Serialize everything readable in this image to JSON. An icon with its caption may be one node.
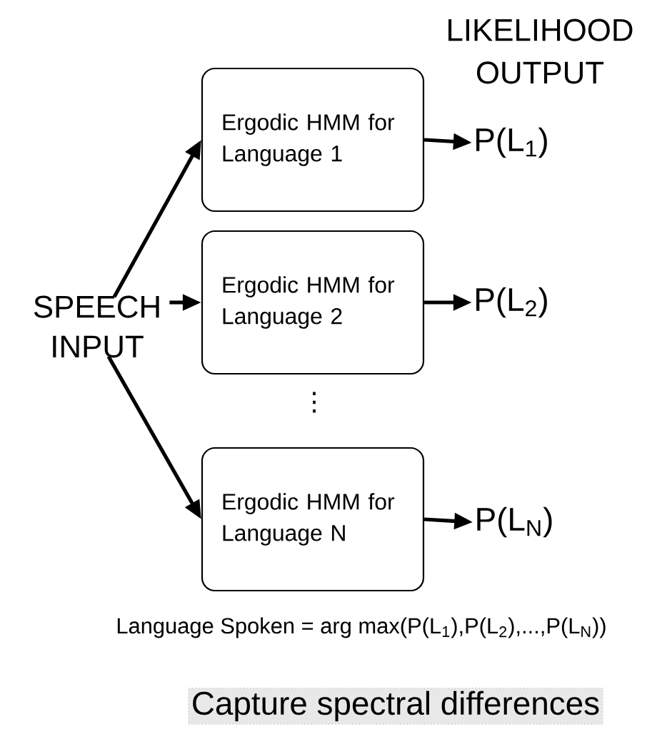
{
  "diagram": {
    "nodes": [
      {
        "text": [
          "SPEECH INPUT"
        ]
      },
      {
        "text": [
          "Ergodic HMM for Language 1"
        ]
      },
      {
        "text": [
          "Ergodic HMM for Language 2"
        ]
      },
      {
        "text": [
          "Ergodic HMM for Language N"
        ]
      },
      {
        "text": [
          "P(L$_{1}$)"
        ]
      },
      {
        "text": [
          "P(L$_{2}$)"
        ]
      },
      {
        "text": [
          "P(L$_{N}$)"
        ]
      }
    ],
    "edges": [
      {
        "from": 0,
        "to": 1,
        "arrow": "to"
      },
      {
        "from": 0,
        "to": 2,
        "arrow": "to"
      },
      {
        "from": 0,
        "to": 3,
        "arrow": "to"
      },
      {
        "from": 1,
        "to": 4,
        "arrow": "to"
      },
      {
        "from": 2,
        "to": 5,
        "arrow": "to"
      },
      {
        "from": 3,
        "to": 6,
        "arrow": "to"
      }
    ],
    "labels": [
      "LIKELIHOOD OUTPUT",
      "⋮",
      "Language Spoken = arg max(P(L$_{1}$),P(L$_{2}$),...,P(L$_{N}$))",
      "Capture spectral differences"
    ]
  }
}
